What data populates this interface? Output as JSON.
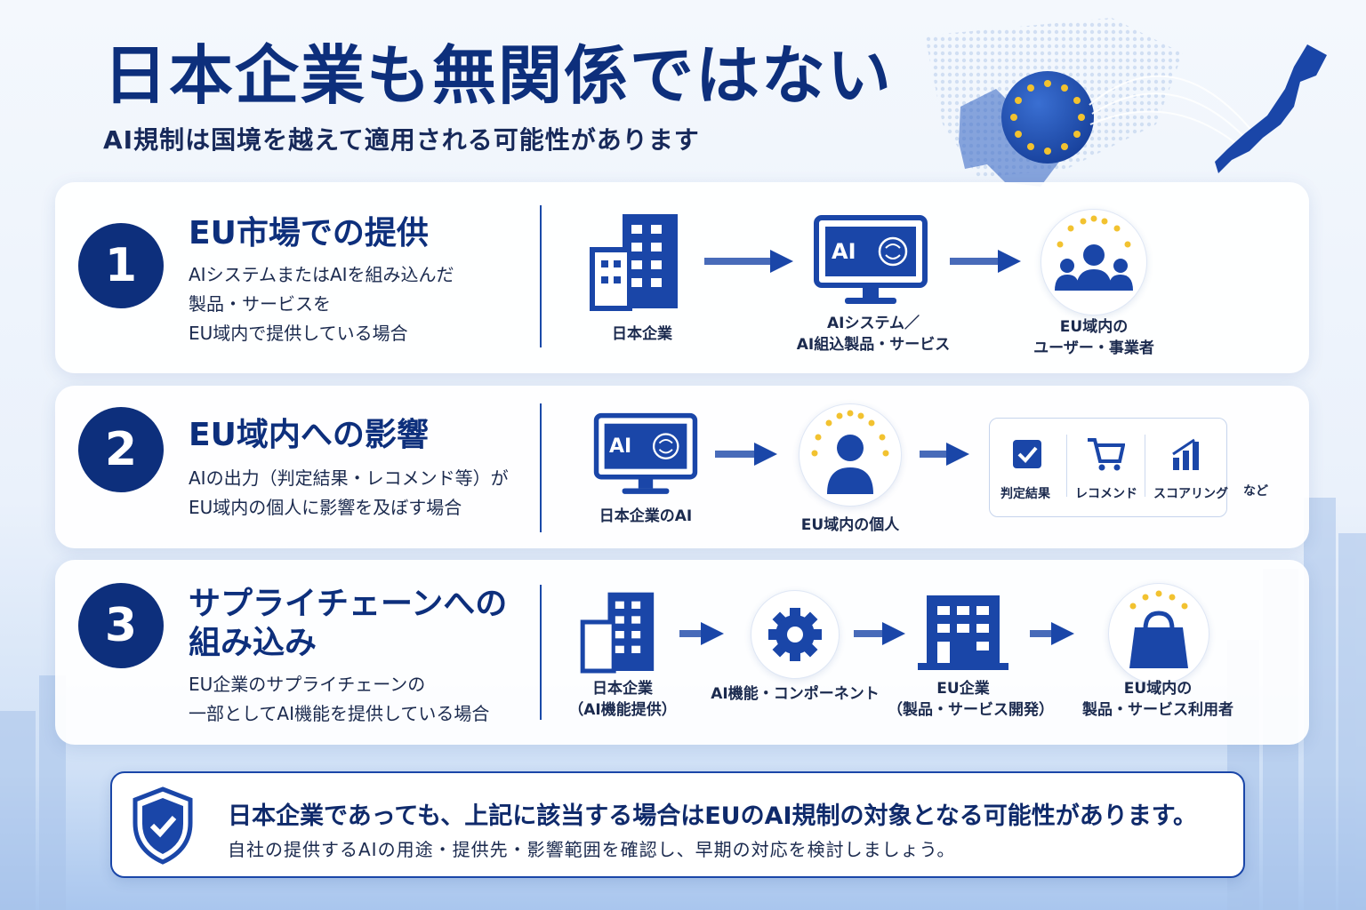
{
  "header": {
    "title": "日本企業も無関係ではない",
    "subtitle": "AI規制は国境を越えて適用される可能性があります"
  },
  "cards": [
    {
      "number": "1",
      "heading": "EU市場での提供",
      "description": [
        "AIシステムまたはAIを組み込んだ",
        "製品・サービスを",
        "EU域内で提供している場合"
      ],
      "flow": [
        {
          "icon": "building-icon",
          "label": "日本企業"
        },
        {
          "icon": "ai-monitor-icon",
          "label_lines": [
            "AIシステム／",
            "AI組込製品・サービス"
          ]
        },
        {
          "icon": "eu-users-icon",
          "label_lines": [
            "EU域内の",
            "ユーザー・事業者"
          ]
        }
      ]
    },
    {
      "number": "2",
      "heading": "EU域内への影響",
      "description": [
        "AIの出力（判定結果・レコメンド等）が",
        "EU域内の個人に影響を及ぼす場合"
      ],
      "flow": [
        {
          "icon": "ai-monitor-icon",
          "label": "日本企業のAI"
        },
        {
          "icon": "eu-person-icon",
          "label": "EU域内の個人"
        }
      ],
      "results": [
        "判定結果",
        "レコメンド",
        "スコアリング"
      ],
      "results_suffix": "など"
    },
    {
      "number": "3",
      "heading_lines": [
        "サプライチェーンへの",
        "組み込み"
      ],
      "description": [
        "EU企業のサプライチェーンの",
        "一部としてAI機能を提供している場合"
      ],
      "flow": [
        {
          "icon": "building-icon",
          "label_lines": [
            "日本企業",
            "（AI機能提供）"
          ]
        },
        {
          "icon": "gear-icon",
          "label": "AI機能・コンポーネント"
        },
        {
          "icon": "company-building-icon",
          "label_lines": [
            "EU企業",
            "（製品・サービス開発）"
          ]
        },
        {
          "icon": "shopping-bag-icon",
          "label_lines": [
            "EU域内の",
            "製品・サービス利用者"
          ]
        }
      ]
    }
  ],
  "monitor_text": "AI",
  "notice": {
    "main": "日本企業であっても、上記に該当する場合はEUのAI規制の対象となる可能性があります。",
    "sub": "自社の提供するAIの用途・提供先・影響範囲を確認し、早期の対応を検討しましょう。"
  },
  "colors": {
    "primary": "#0d2f7c",
    "accent": "#1a4aa8",
    "star": "#f2c230"
  }
}
